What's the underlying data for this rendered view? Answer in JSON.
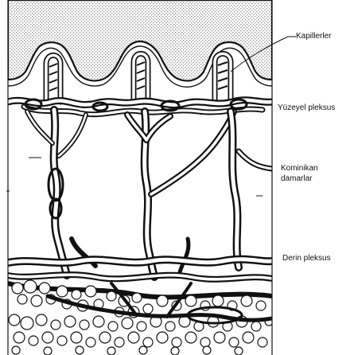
{
  "labels": {
    "capillaries": "Kapillerler",
    "superficial_plexus": "Yüzeyel pleksus",
    "communicating_vessels_line1": "Kominikan",
    "communicating_vessels_line2": "damarlar",
    "deep_plexus": "Derin   pleksus"
  },
  "colors": {
    "ink": "#111111",
    "vessel_fill": "#ffffff",
    "epidermis_stipple": "#bdbdbd",
    "background": "#ffffff"
  }
}
